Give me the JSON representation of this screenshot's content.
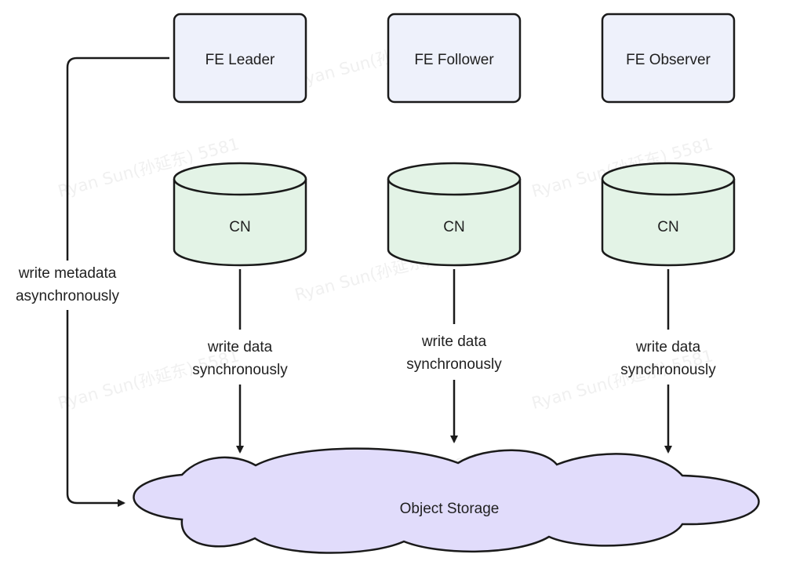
{
  "fe_nodes": [
    "FE Leader",
    "FE Follower",
    "FE Observer"
  ],
  "cn_nodes": [
    "CN",
    "CN",
    "CN"
  ],
  "storage_label": "Object Storage",
  "sync_label": [
    "write data",
    "synchronously"
  ],
  "async_label": [
    "write metadata",
    "asynchronously"
  ],
  "watermark": "Ryan Sun(孙延东) 5581",
  "colors": {
    "fe_fill": "#eef1fb",
    "cn_fill": "#e3f3e6",
    "storage_fill": "#e1dcfb",
    "stroke": "#1a1a1a"
  }
}
